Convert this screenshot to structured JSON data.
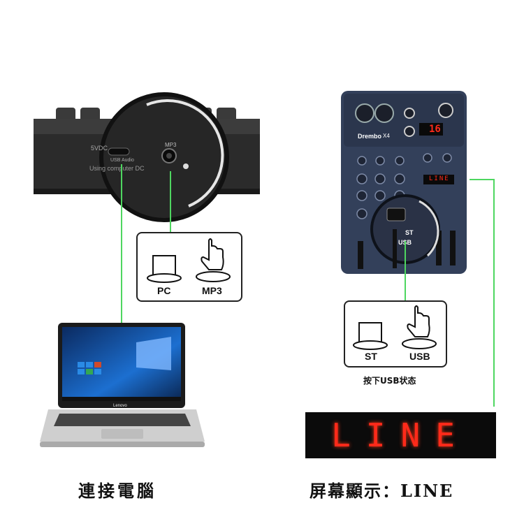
{
  "colors": {
    "connector_green": "#4ed660",
    "led_red": "#ff2a1a",
    "mixer_panel": "#33405a",
    "device_body": "#2a2a2a"
  },
  "left": {
    "panel": {
      "dc_label": "5VDC",
      "usb_audio_label": "USB Audio",
      "mp3_label": "MP3",
      "bottom_text": "Using computer DC"
    },
    "switch_box": {
      "button_left_label": "PC",
      "button_right_label": "MP3",
      "pointer_icon": "pointing-finger-icon"
    },
    "laptop": {
      "brand": "Lenovo"
    },
    "caption": "連接電腦"
  },
  "right": {
    "mixer": {
      "brand": "Drembo",
      "model_badge": "X4",
      "display_digits": "16",
      "display_text": "LINE",
      "st_label": "ST",
      "usb_label": "USB"
    },
    "switch_box": {
      "button_left_label": "ST",
      "button_right_label": "USB",
      "pointer_icon": "pointing-finger-icon",
      "note": "按下USB状态"
    },
    "led_display_text": "LINE",
    "caption": "屏幕顯示：LINE"
  }
}
